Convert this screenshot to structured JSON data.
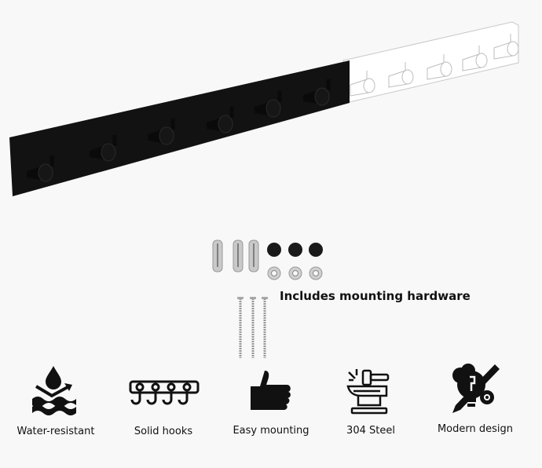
{
  "product": {
    "name": "Wall-mounted coat hook rail",
    "hook_count": 6,
    "colors": {
      "rail": "#111111",
      "background": "#f8f8f8",
      "outline": "#c8c8c8"
    }
  },
  "hardware": {
    "caption": "Includes mounting hardware",
    "items": [
      {
        "name": "wall anchors",
        "count": 3
      },
      {
        "name": "cover caps",
        "count": 3
      },
      {
        "name": "washers",
        "count": 3
      },
      {
        "name": "screws",
        "count": 3
      }
    ]
  },
  "features": [
    {
      "icon": "water-drop-waves-icon",
      "label": "Water-resistant"
    },
    {
      "icon": "hook-rail-icon",
      "label": "Solid hooks"
    },
    {
      "icon": "thumbs-up-icon",
      "label": "Easy mounting"
    },
    {
      "icon": "anvil-hammer-icon",
      "label": "304 Steel"
    },
    {
      "icon": "lightbulb-pencil-gear-icon",
      "label": "Modern design"
    }
  ]
}
